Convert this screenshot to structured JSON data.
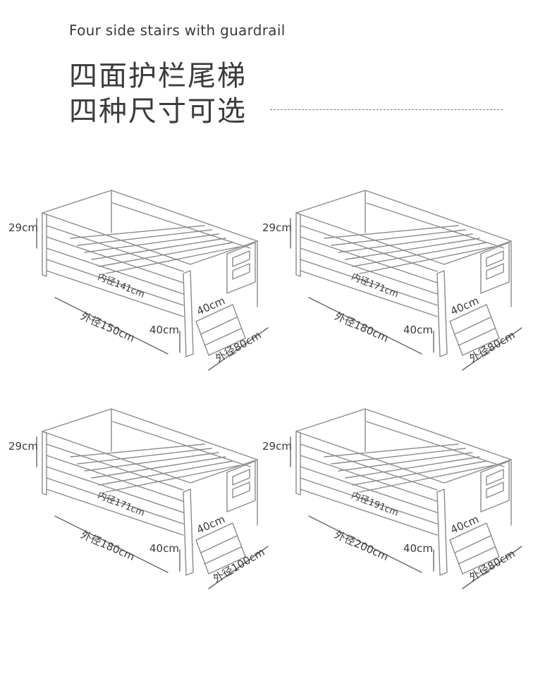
{
  "header": {
    "subtitle_en": "Four side stairs with guardrail",
    "title_line1": "四面护栏尾梯",
    "title_line2": "四种尺寸可选"
  },
  "beds": [
    {
      "height": "29cm",
      "inner_length": "内径141cm",
      "outer_length": "外径150cm",
      "side_height": "40cm",
      "step_height": "40cm",
      "outer_width": "外径80cm"
    },
    {
      "height": "29cm",
      "inner_length": "内径171cm",
      "outer_length": "外径180cm",
      "side_height": "40cm",
      "step_height": "40cm",
      "outer_width": "外径80cm"
    },
    {
      "height": "29cm",
      "inner_length": "内径171cm",
      "outer_length": "外径180cm",
      "side_height": "40cm",
      "step_height": "40cm",
      "outer_width": "外径100cm"
    },
    {
      "height": "29cm",
      "inner_length": "内径191cm",
      "outer_length": "外径200cm",
      "side_height": "40cm",
      "step_height": "40cm",
      "outer_width": "外径80cm"
    }
  ],
  "colors": {
    "line": "#8a8a8a",
    "text": "#3a3a3a",
    "dash": "#7a7a7a"
  }
}
